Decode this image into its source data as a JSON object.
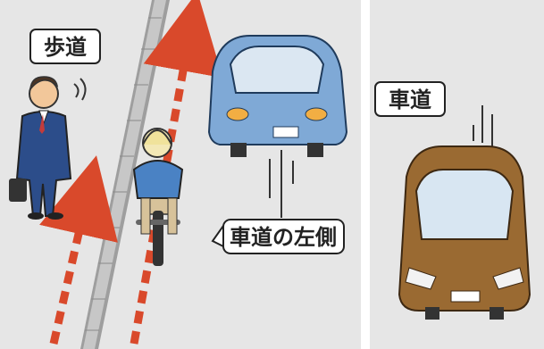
{
  "labels": {
    "sidewalk": "歩道",
    "roadway": "車道",
    "left_side_callout": "車道の左側"
  },
  "colors": {
    "road_panel": "#e6e6e6",
    "curb": "#bdbdbd",
    "arrow_red": "#d9492b",
    "car_front": "#7fa9d6",
    "car_back": "#9a6a32",
    "suit": "#2c4d8a",
    "bicycle_shirt": "#4a82c4"
  },
  "icons": {
    "pedestrian": "businessman-figure",
    "cyclist": "cyclist-figure",
    "car_front": "blue-car",
    "car_back": "brown-car",
    "arrows": "dashed-up-arrow"
  }
}
